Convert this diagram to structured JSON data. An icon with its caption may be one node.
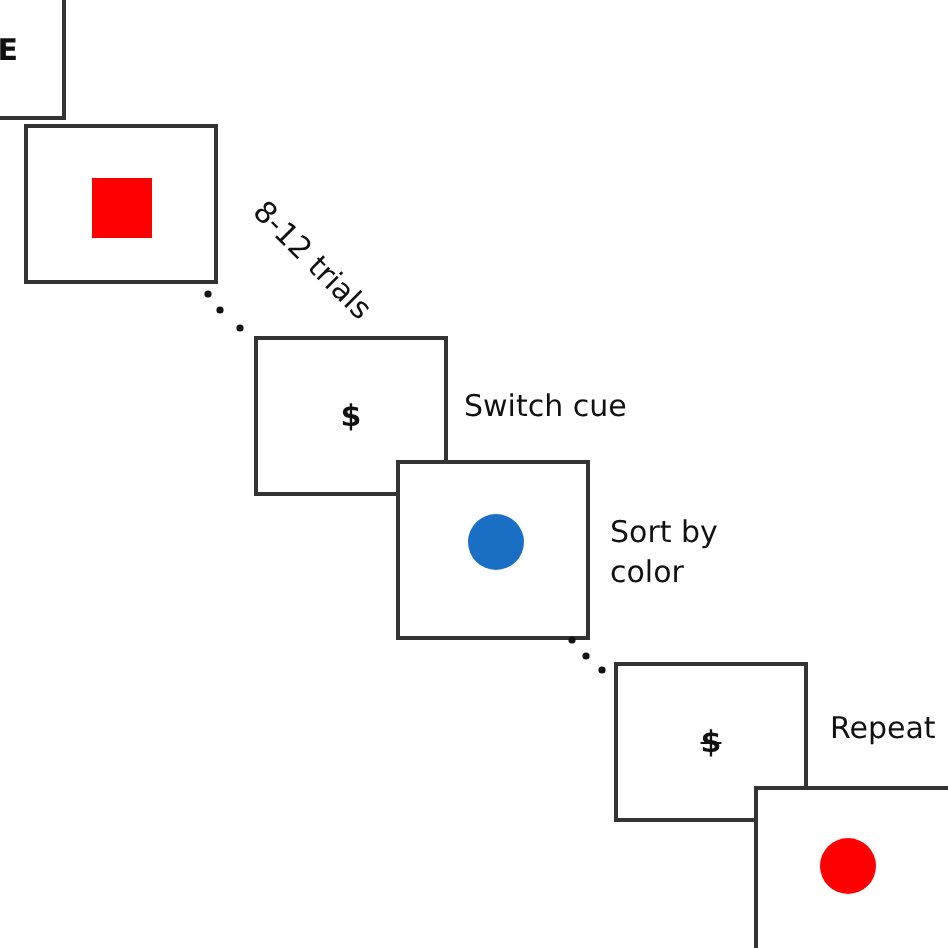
{
  "diagram": {
    "nodes": [
      {
        "text": [
          "E"
        ]
      },
      {
        "text": [],
        "shape": "box"
      },
      {
        "text": [
          "$"
        ],
        "beside": [
          "Switch cue"
        ]
      },
      {
        "text": [],
        "shape": "box",
        "beside": [
          "Sort by color"
        ]
      },
      {
        "text": [
          "$"
        ],
        "beside": [
          "Repeat"
        ]
      },
      {
        "text": [],
        "shape": "box"
      }
    ],
    "labels": [
      "8-12 trials"
    ]
  }
}
